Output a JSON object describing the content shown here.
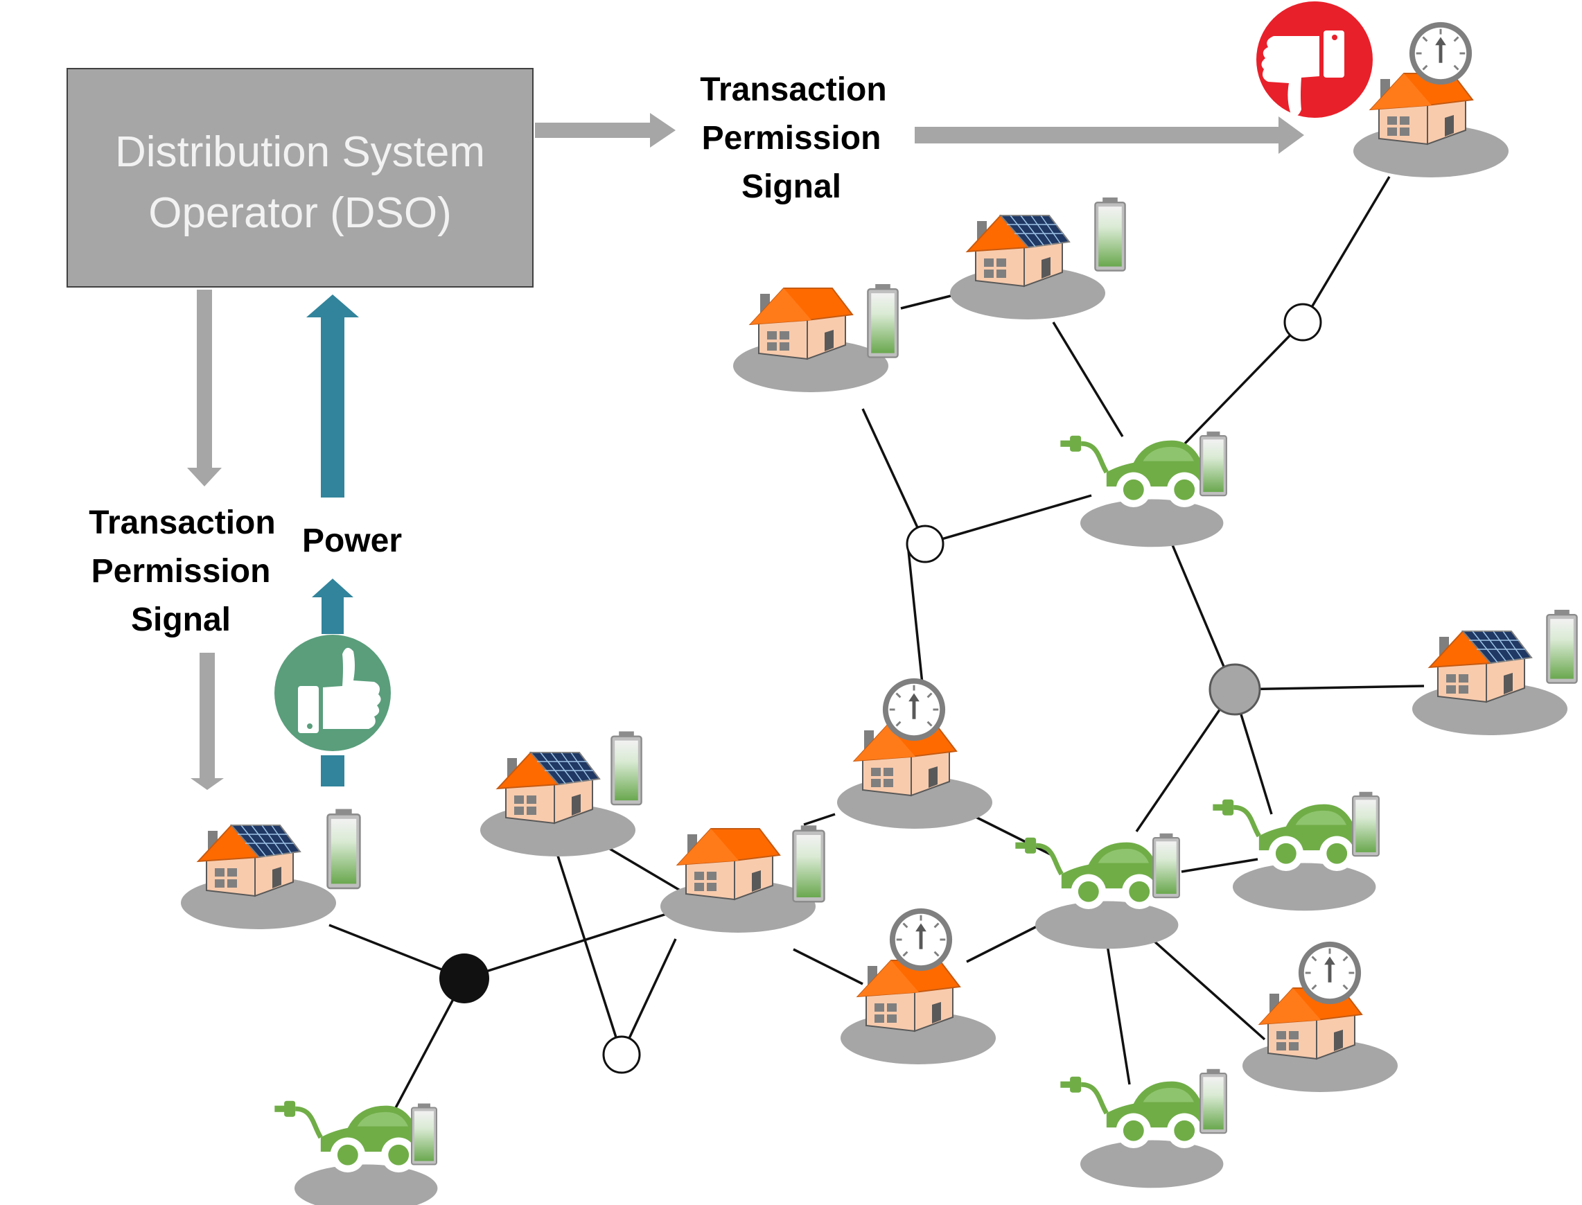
{
  "dso": {
    "line1": "Distribution System",
    "line2": "Operator (DSO)"
  },
  "labels": {
    "top_signal": [
      "Transaction",
      "Permission",
      "Signal"
    ],
    "left_signal": [
      "Transaction",
      "Permission",
      "Signal"
    ],
    "power": "Power"
  },
  "icons": {
    "approve": "thumbs-up-icon",
    "reject": "thumbs-down-icon",
    "meter": "meter-gauge-icon",
    "house": "house-icon",
    "solar_house": "solar-house-icon",
    "ev": "electric-vehicle-icon",
    "battery": "battery-icon"
  },
  "colors": {
    "dso_box": "#a6a6a6",
    "signal_arrow": "#a6a6a6",
    "power_arrow": "#31849b",
    "approve": "#5a9e7c",
    "reject": "#e8202a",
    "roof": "#ff6a00",
    "ev": "#70ad47",
    "hub_black": "#111111",
    "hub_gray": "#a6a6a6"
  }
}
